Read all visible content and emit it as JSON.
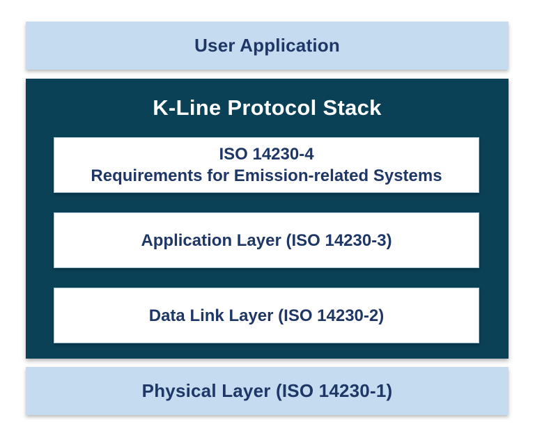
{
  "colors": {
    "light_blue": "#C5DBF0",
    "dark_teal": "#0A4156",
    "navy_text": "#1E3766",
    "layer_white": "#FFFFFF"
  },
  "diagram": {
    "user_application_label": "User Application",
    "stack_title": "K-Line Protocol Stack",
    "layers": [
      {
        "lines": [
          "ISO 14230-4",
          "Requirements for Emission-related Systems"
        ]
      },
      {
        "lines": [
          "Application Layer (ISO 14230-3)"
        ]
      },
      {
        "lines": [
          "Data Link Layer (ISO 14230-2)"
        ]
      }
    ],
    "physical_layer_label": "Physical Layer (ISO 14230-1)"
  }
}
